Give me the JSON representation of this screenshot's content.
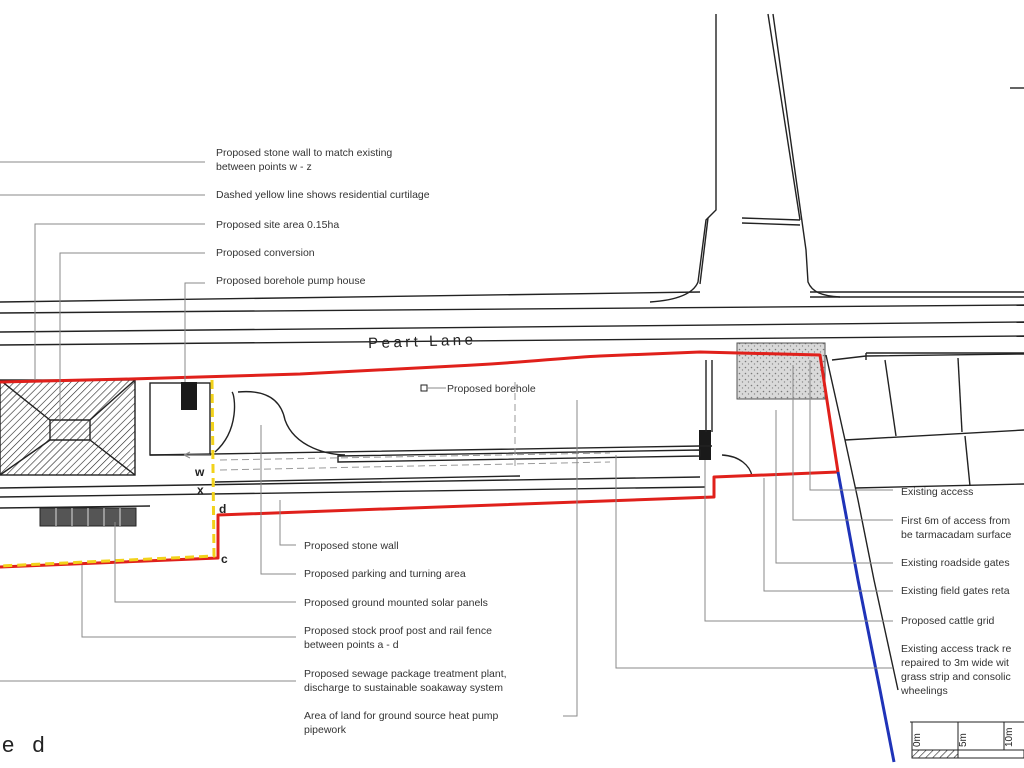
{
  "road_name": "Peart Lane",
  "labels_top": [
    "Proposed stone wall to match existing",
    "between points w - z",
    "Dashed yellow line shows residential curtilage",
    "Proposed site area 0.15ha",
    "Proposed conversion",
    "Proposed borehole pump house"
  ],
  "borehole_label": "Proposed borehole",
  "labels_bottom": [
    "Proposed stone wall",
    "Proposed parking and turning area",
    "Proposed ground mounted solar panels",
    "Proposed stock proof post and rail fence",
    "between points a - d",
    "Proposed sewage package treatment plant,",
    "discharge to sustainable soakaway system",
    "Area of land for ground source heat pump",
    "pipework"
  ],
  "labels_right": [
    "Existing access",
    "First 6m of access from",
    "be tarmacadam surface",
    "Existing roadside gates",
    "Existing field gates reta",
    "Proposed cattle grid",
    "Existing access track re",
    "repaired to 3m wide wit",
    "grass strip and consolic",
    "wheelings"
  ],
  "point_labels": {
    "w": "w",
    "x": "x",
    "d": "d",
    "c": "c"
  },
  "scale_labels": [
    "0m",
    "5m",
    "10m"
  ],
  "corner_text": "e d",
  "colors": {
    "boundary": "#e0201b",
    "curtilage": "#f2d21b",
    "track": "#1f33b8",
    "ink": "#222222",
    "leader": "#8a8a8a"
  }
}
